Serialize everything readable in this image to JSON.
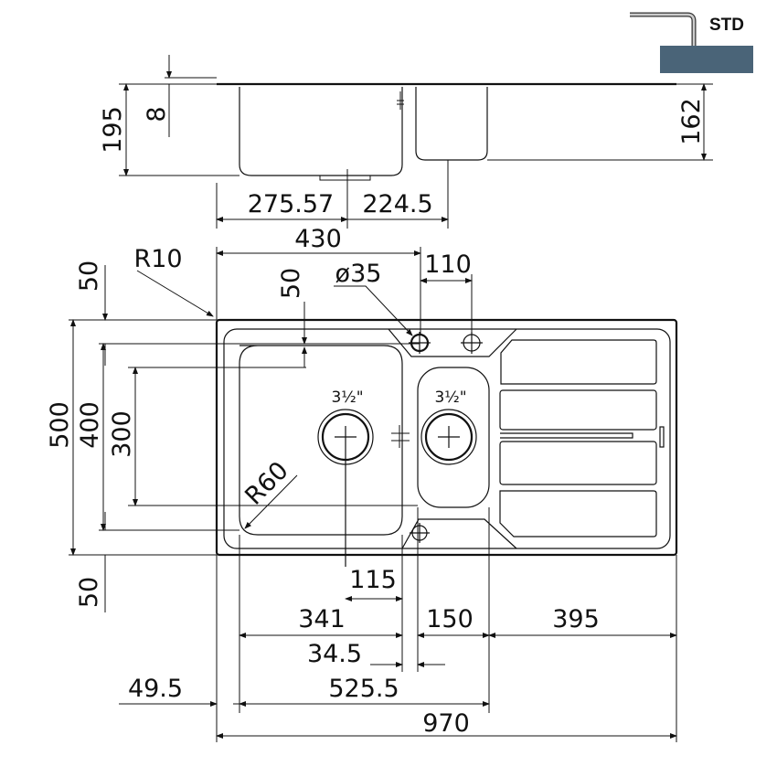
{
  "legend": {
    "label": "STD",
    "countertop_color": "#4a6478"
  },
  "side_view": {
    "height_total": "195",
    "rim_thickness": "8",
    "small_bowl_depth": "162",
    "main_bowl_width": "275.57",
    "small_bowl_offset": "224.5"
  },
  "plan_view": {
    "tap_to_bowl": "430",
    "tap_spacing": "110",
    "tap_hole_diameter": "ø35",
    "corner_radius_outer": "R10",
    "top_margin": "50",
    "bowl_top_offset": "50",
    "overall_depth": "500",
    "inner_depth": "400",
    "bowl_depth": "300",
    "bottom_margin": "50",
    "bowl_radius": "R60",
    "waste_size_main": "3½\"",
    "waste_size_small": "3½\"",
    "waste_offset": "115",
    "main_bowl_length": "341",
    "small_bowl_length": "150",
    "drainer_length": "395",
    "bowl_gap": "34.5",
    "bowls_total": "525.5",
    "left_margin": "49.5",
    "overall_length": "970"
  }
}
